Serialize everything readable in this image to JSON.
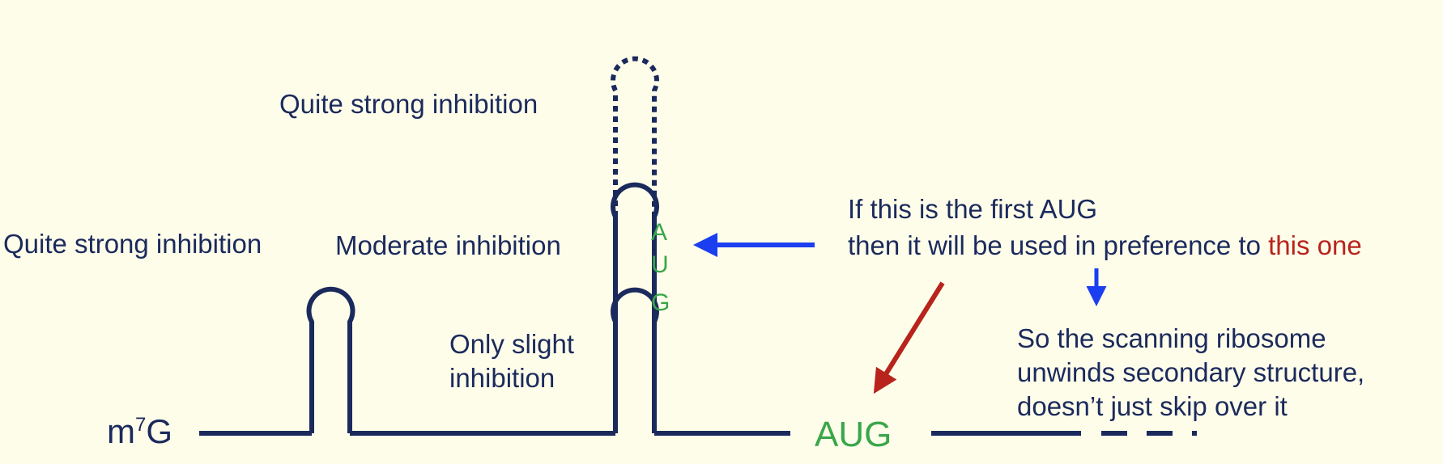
{
  "labels": {
    "left_hairpin": "Quite strong inhibition",
    "tall_hairpin": "Quite strong inhibition",
    "middle_hairpin": "Moderate inhibition",
    "small_hairpin_line1": "Only slight",
    "small_hairpin_line2": "inhibition",
    "cap": "m",
    "cap_superscript": "7",
    "cap_suffix": "G",
    "downstream_aug": "AUG",
    "stem_aug_letters": [
      "A",
      "U",
      "G"
    ],
    "note_line1": "If this is the first AUG",
    "note_line2_prefix": "then it will be used in preference to ",
    "note_line2_highlight": "this one",
    "scanning_line1": "So the scanning ribosome",
    "scanning_line2": "unwinds secondary structure,",
    "scanning_line3": "doesn’t just skip over it"
  },
  "colors": {
    "background": "#fefdea",
    "mrna": "#1b2a5c",
    "text": "#1b2a5c",
    "aug": "#3aa64a",
    "blue_arrow": "#1a3ef0",
    "red_arrow": "#b8231c"
  }
}
